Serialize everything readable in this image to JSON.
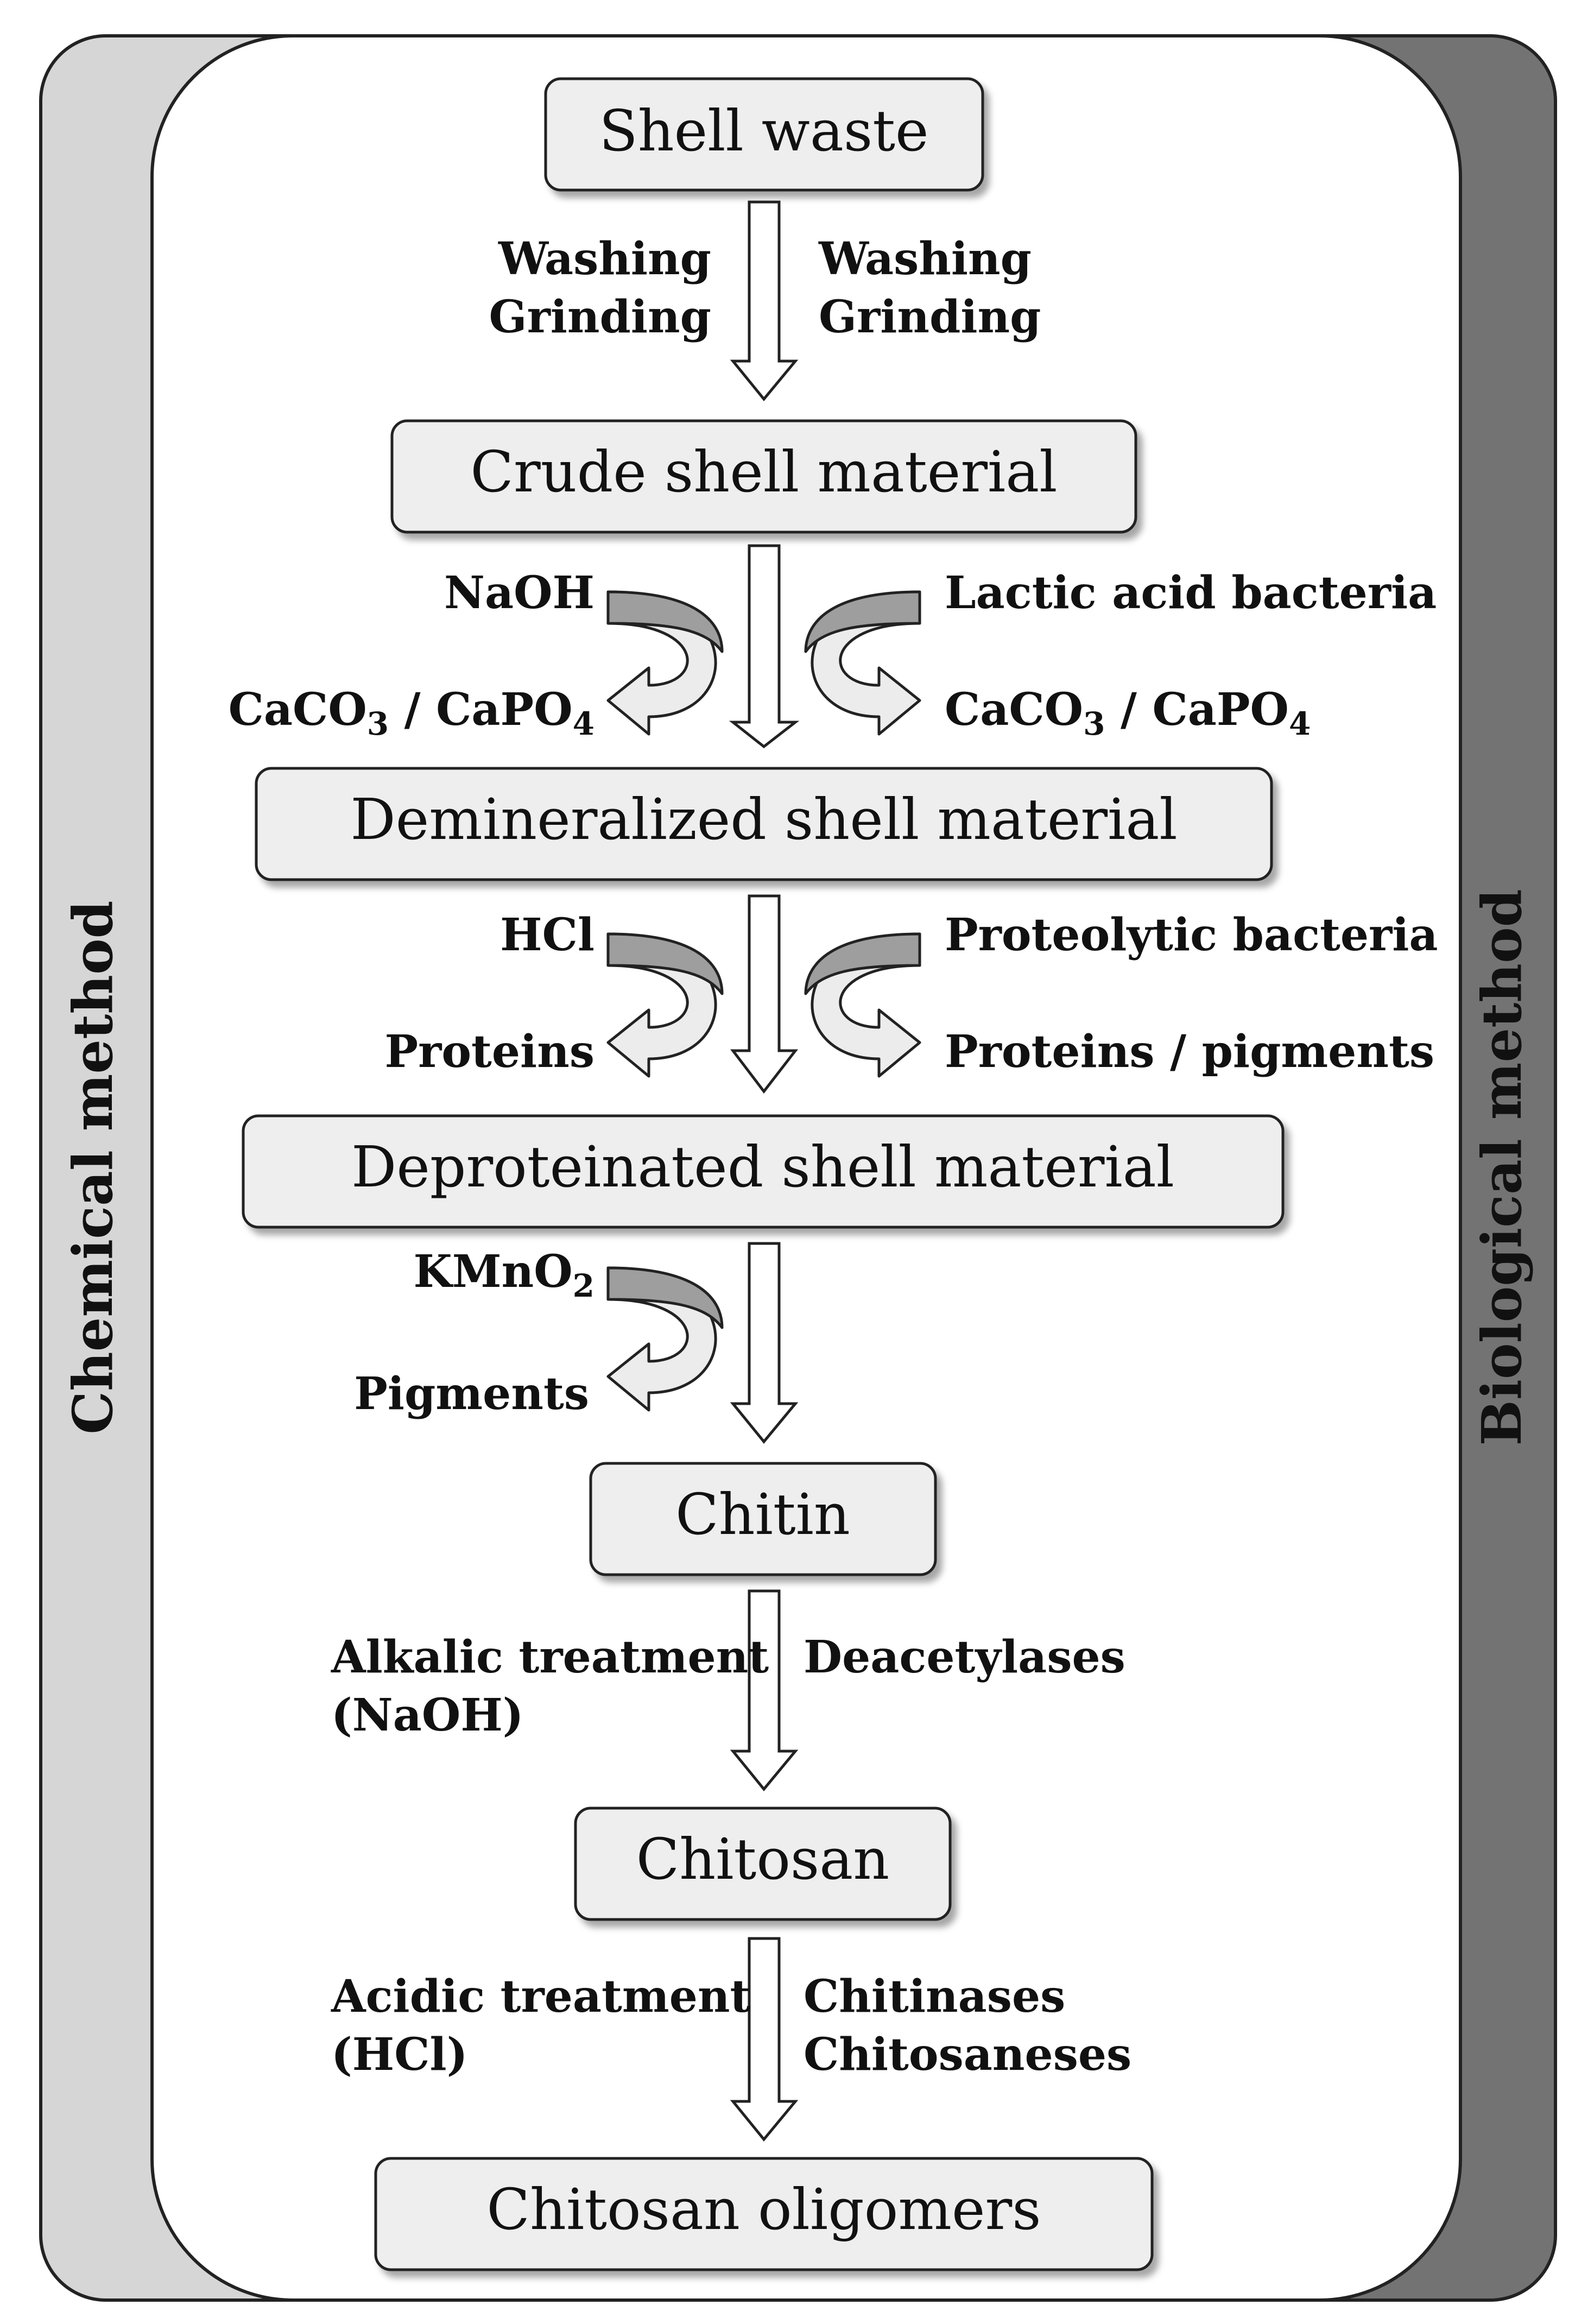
{
  "colors": {
    "chemical_panel": "#d6d6d6",
    "biological_panel": "#737373",
    "stage_box_fill": "#eeeeee",
    "outline": "#222222"
  },
  "side_labels": {
    "left": "Chemical method",
    "right": "Biological method"
  },
  "stages": [
    "Shell waste",
    "Crude shell material",
    "Demineralized shell material",
    "Deproteinated shell material",
    "Chitin",
    "Chitosan",
    "Chitosan oligomers"
  ],
  "steps": {
    "step1": {
      "left": [
        "Washing",
        "Grinding"
      ],
      "right": [
        "Washing",
        "Grinding"
      ]
    },
    "step2": {
      "left_in": "NaOH",
      "left_out_a": "CaCO",
      "left_out_a_sub": "3",
      "left_out_b": " / CaPO",
      "left_out_b_sub": "4",
      "right_in": "Lactic acid bacteria",
      "right_out_a": "CaCO",
      "right_out_a_sub": "3",
      "right_out_b": " / CaPO",
      "right_out_b_sub": "4"
    },
    "step3": {
      "left_in": "HCl",
      "left_out": "Proteins",
      "right_in": "Proteolytic bacteria",
      "right_out": "Proteins / pigments"
    },
    "step4": {
      "left_in": "KMnO",
      "left_in_sub": "2",
      "left_out": "Pigments"
    },
    "step5": {
      "left": [
        "Alkalic treatment",
        "(NaOH)"
      ],
      "right": [
        "Deacetylases"
      ]
    },
    "step6": {
      "left": [
        "Acidic treatment",
        "(HCl)"
      ],
      "right": [
        "Chitinases",
        "Chitosaneses"
      ]
    }
  }
}
